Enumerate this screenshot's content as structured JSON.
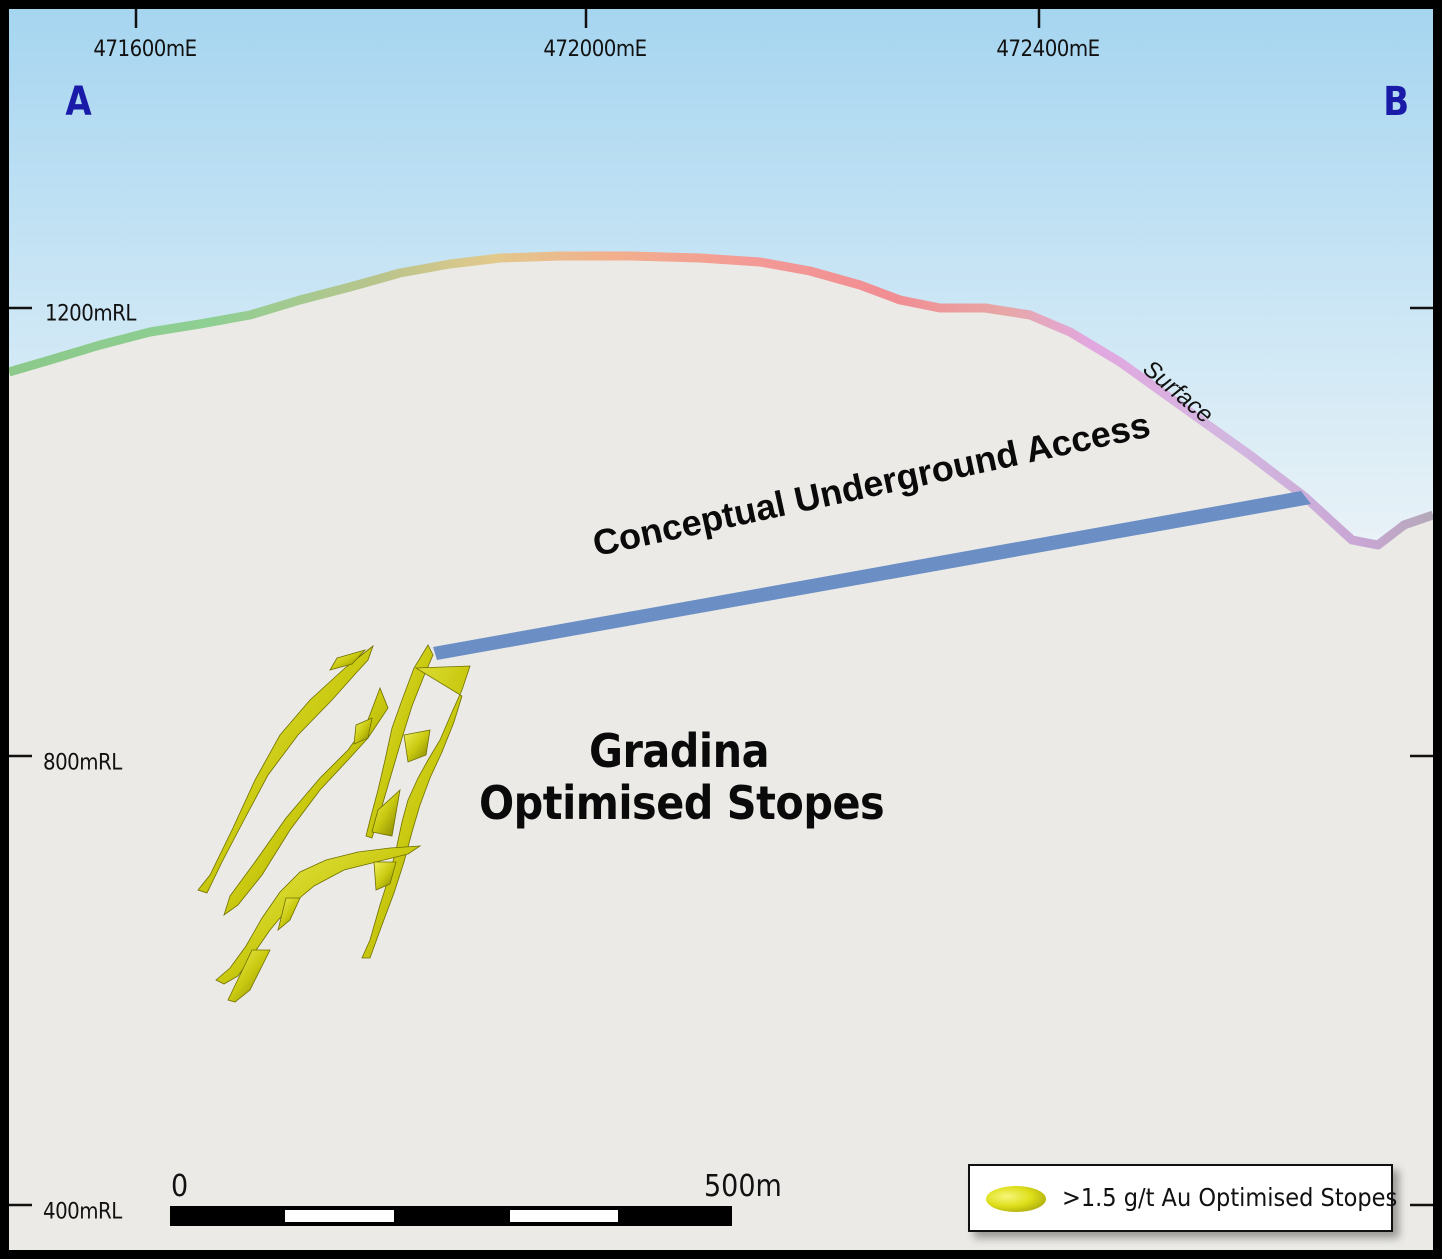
{
  "section": {
    "end_left": "A",
    "end_right": "B",
    "easting_labels": [
      "471600mE",
      "472000mE",
      "472400mE"
    ],
    "rl_labels": [
      "1200mRL",
      "800mRL",
      "400mRL"
    ],
    "surface_label": "Surface",
    "access_label": "Conceptual Underground Access",
    "stopes_title_line1": "Gradina",
    "stopes_title_line2": "Optimised Stopes"
  },
  "scale_bar": {
    "start_label": "0",
    "end_label": "500m"
  },
  "legend": {
    "entry_label": ">1.5 g/t Au Optimised Stopes",
    "swatch_color": "#d8d81c"
  },
  "colors": {
    "sky_top": "#a9d6f0",
    "ground": "#ebeae6",
    "access_line": "#6b8fc4",
    "stopes": "#cfcf12",
    "section_end_label": "#1a1aa8"
  }
}
